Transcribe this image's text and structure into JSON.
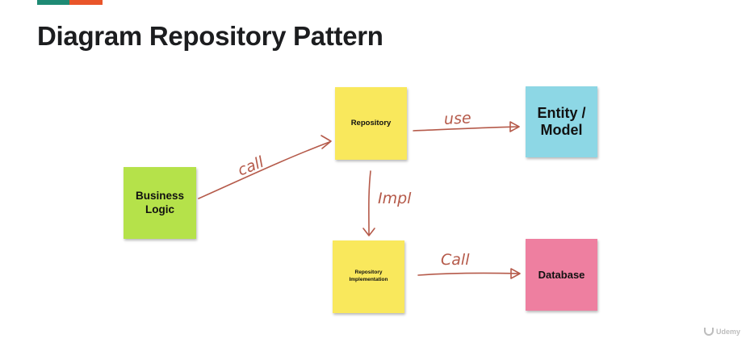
{
  "slide": {
    "title": "Diagram Repository Pattern",
    "accent_colors": [
      "#1e8a74",
      "#e9552a"
    ]
  },
  "diagram": {
    "nodes": [
      {
        "id": "business",
        "label": "Business\nLogic",
        "color": "#b5e24a"
      },
      {
        "id": "repository",
        "label": "Repository",
        "color": "#f9e85c"
      },
      {
        "id": "entity",
        "label": "Entity /\nModel",
        "color": "#8dd7e5"
      },
      {
        "id": "impl",
        "label": "Repository\nImplementation",
        "color": "#f9e85c"
      },
      {
        "id": "database",
        "label": "Database",
        "color": "#ee7fa0"
      }
    ],
    "edges": [
      {
        "from": "business",
        "to": "repository",
        "label": "call"
      },
      {
        "from": "repository",
        "to": "entity",
        "label": "use"
      },
      {
        "from": "repository",
        "to": "impl",
        "label": "Impl"
      },
      {
        "from": "impl",
        "to": "database",
        "label": "Call"
      }
    ],
    "ink_color": "#b55a4a"
  },
  "watermark": {
    "brand": "Udemy"
  }
}
